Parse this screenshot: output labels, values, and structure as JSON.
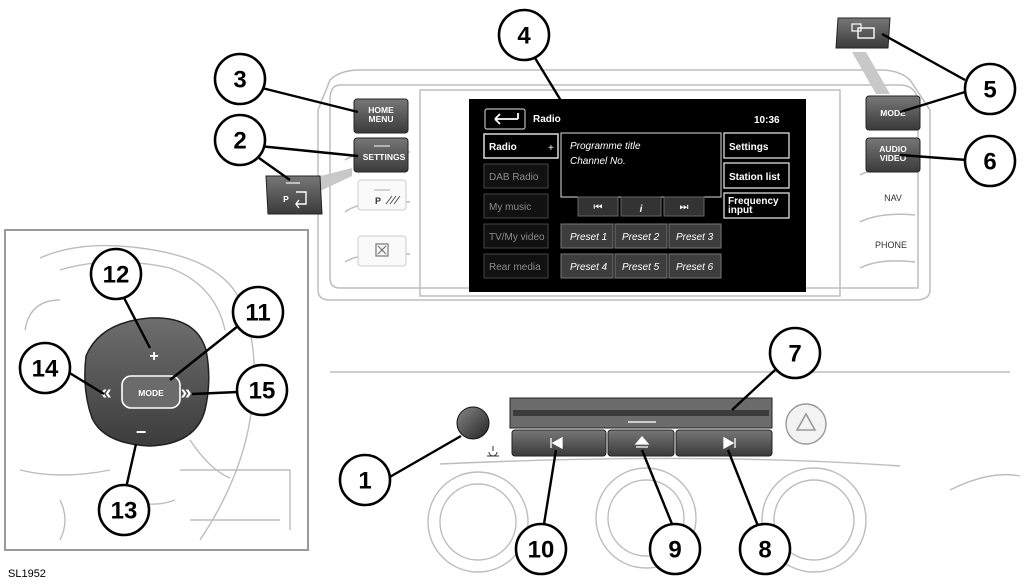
{
  "reference_code": "SL1952",
  "screen": {
    "back_label": "",
    "title": "Radio",
    "time": "10:36",
    "sources": [
      "Radio",
      "DAB Radio",
      "My music",
      "TV/My video",
      "Rear media"
    ],
    "add_symbol": "+",
    "programme_title": "Programme title",
    "channel_no": "Channel No.",
    "transport_prev": "⏮",
    "transport_info": "i",
    "transport_next": "⏭",
    "right_buttons": [
      "Settings",
      "Station list",
      "Frequency input"
    ],
    "presets": [
      "Preset 1",
      "Preset 2",
      "Preset 3",
      "Preset 4",
      "Preset 5",
      "Preset 6"
    ]
  },
  "left_controls": {
    "home_menu": [
      "HOME",
      "MENU"
    ],
    "settings": "SETTINGS",
    "park_assist": "P",
    "pop_park": "P"
  },
  "right_controls": {
    "mode": "MODE",
    "audio_video": [
      "AUDIO",
      "VIDEO"
    ],
    "nav": "NAV",
    "phone": "PHONE"
  },
  "wheel_controls": {
    "mode": "MODE",
    "plus": "+",
    "minus": "−",
    "prev": "«",
    "next": "»"
  },
  "callouts": [
    "1",
    "2",
    "3",
    "4",
    "5",
    "6",
    "7",
    "8",
    "9",
    "10",
    "11",
    "12",
    "13",
    "14",
    "15"
  ],
  "colors": {
    "screen_bg": "#000000",
    "button_dark": "#4a4a4a",
    "button_active": "#6a6a6a",
    "line": "#000000",
    "callout_fill": "#ffffff"
  }
}
